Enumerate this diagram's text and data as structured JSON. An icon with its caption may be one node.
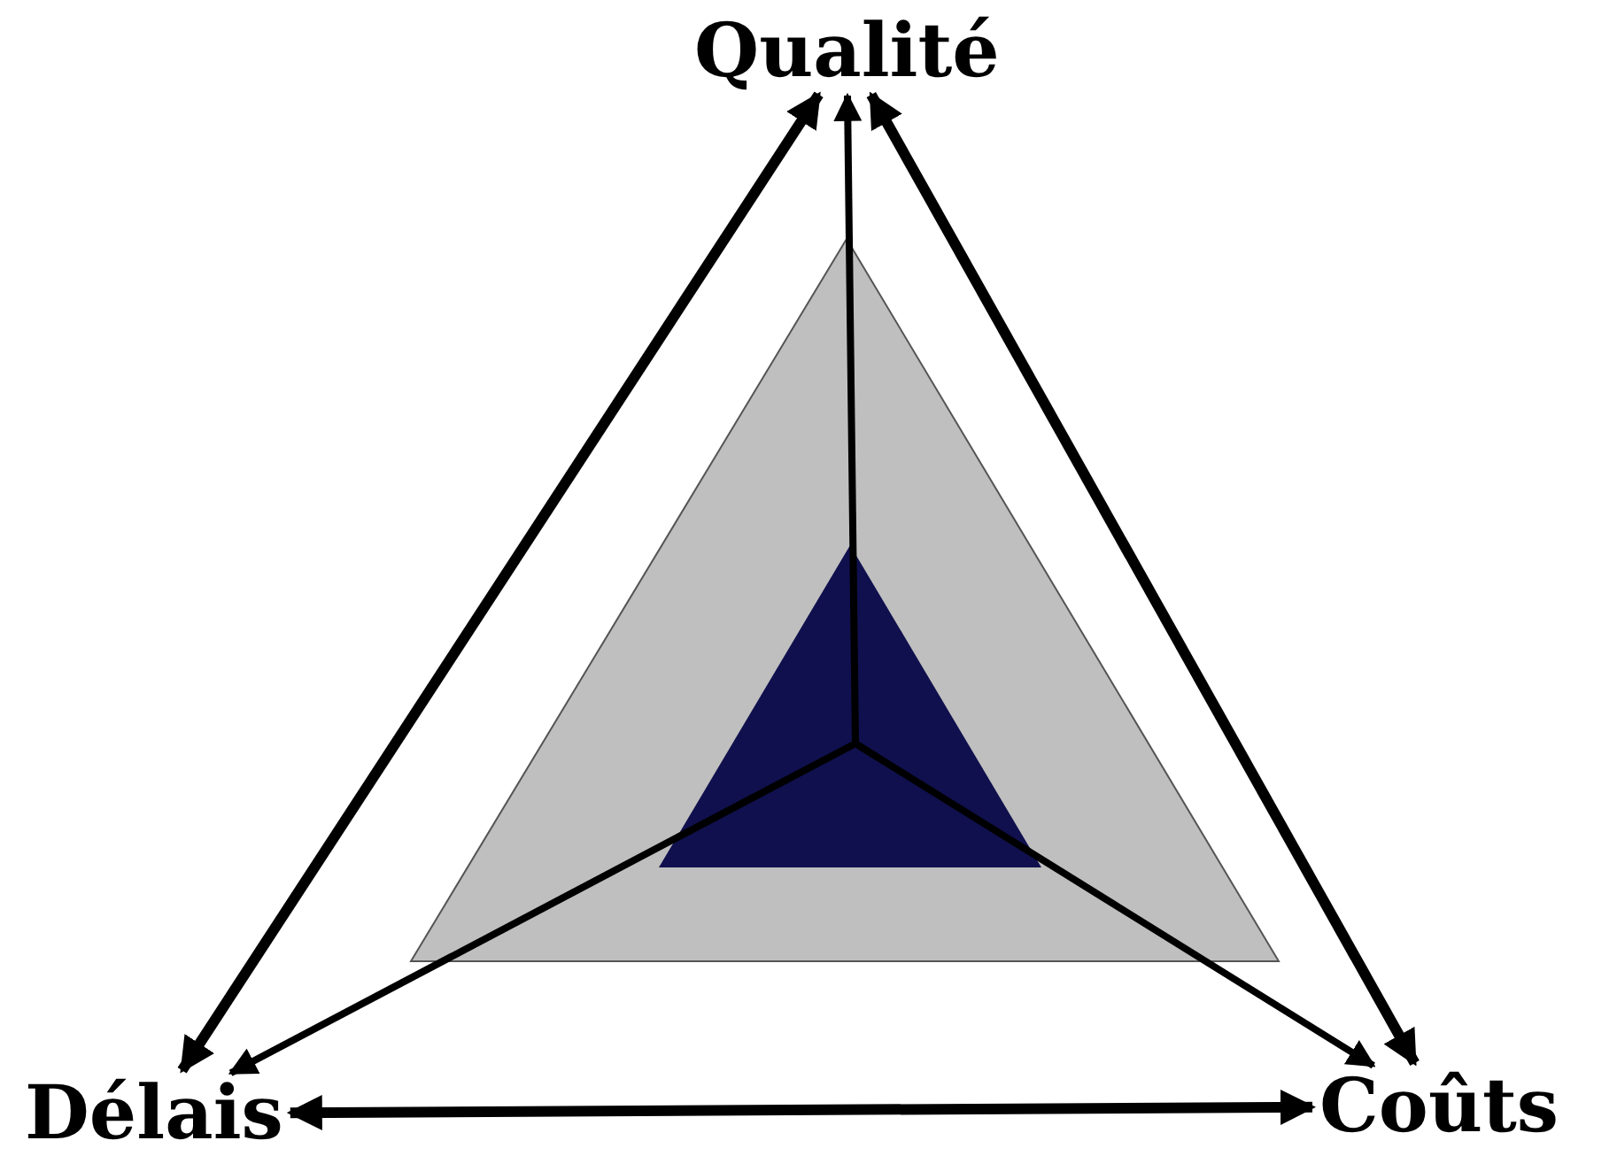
{
  "diagram": {
    "nodes": [
      {
        "text": [
          "Qualité"
        ]
      },
      {
        "text": [
          "Délais"
        ]
      },
      {
        "text": [
          "Coûts"
        ]
      }
    ],
    "edges": [
      {
        "from": 1,
        "to": 0,
        "arrow": "both"
      },
      {
        "from": 0,
        "to": 2,
        "arrow": "both"
      },
      {
        "from": 1,
        "to": 2,
        "arrow": "both"
      },
      {
        "from": null,
        "to": 0,
        "arrow": "to"
      },
      {
        "from": null,
        "to": 1,
        "arrow": "to"
      },
      {
        "from": null,
        "to": 2,
        "arrow": "to"
      }
    ]
  }
}
